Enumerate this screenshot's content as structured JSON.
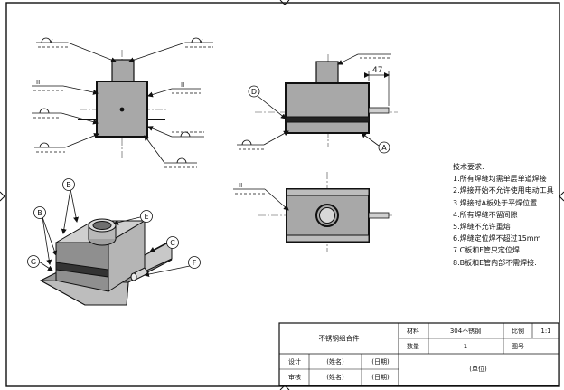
{
  "dimension": {
    "value": "47"
  },
  "callouts": {
    "A": "A",
    "B1": "B",
    "B2": "B",
    "C": "C",
    "D": "D",
    "E": "E",
    "F": "F",
    "G": "G"
  },
  "weld_symbols": {
    "butt": "II"
  },
  "technical_requirements": {
    "title": "技术要求:",
    "items": [
      "1.所有焊缝均需单层单道焊接",
      "2.焊接开始不允许使用电动工具",
      "3.焊接时A板处于平焊位置",
      "4.所有焊缝不留间隙",
      "5.焊缝不允许重熔",
      "6.焊缝定位焊不超过15mm",
      "7.C板和F管只定位焊",
      "8.B板和E管内部不需焊接."
    ]
  },
  "title_block": {
    "part_name": "不锈钢组合件",
    "material_label": "材料",
    "material_value": "304不锈钢",
    "scale_label": "比例",
    "scale_value": "1:1",
    "quantity_label": "数量",
    "quantity_value": "1",
    "drawing_no_label": "图号",
    "design_label": "设计",
    "review_label": "审核",
    "name_placeholder_1": "(姓名)",
    "name_placeholder_2": "(姓名)",
    "date_placeholder_1": "(日期)",
    "date_placeholder_2": "(日期)",
    "unit_placeholder": "(单位)"
  }
}
